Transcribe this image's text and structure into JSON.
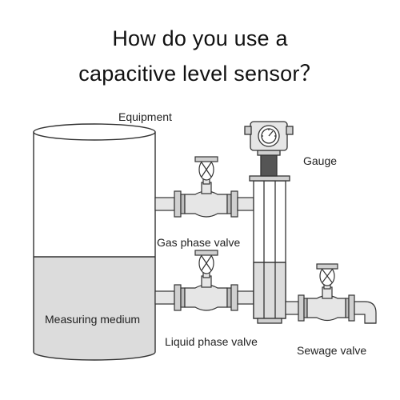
{
  "title": {
    "line1": "How do you use a",
    "line2": "capacitive level sensor？"
  },
  "labels": {
    "equipment": "Equipment",
    "gauge": "Gauge",
    "gas_phase_valve": "Gas phase valve",
    "measuring_medium": "Measuring medium",
    "liquid_phase_valve": "Liquid phase valve",
    "sewage_valve": "Sewage valve"
  },
  "colors": {
    "outline": "#333333",
    "medium_fill": "#dcdcdc",
    "pipe_fill": "#e6e6e6",
    "flange_fill": "#d0d0d0"
  }
}
